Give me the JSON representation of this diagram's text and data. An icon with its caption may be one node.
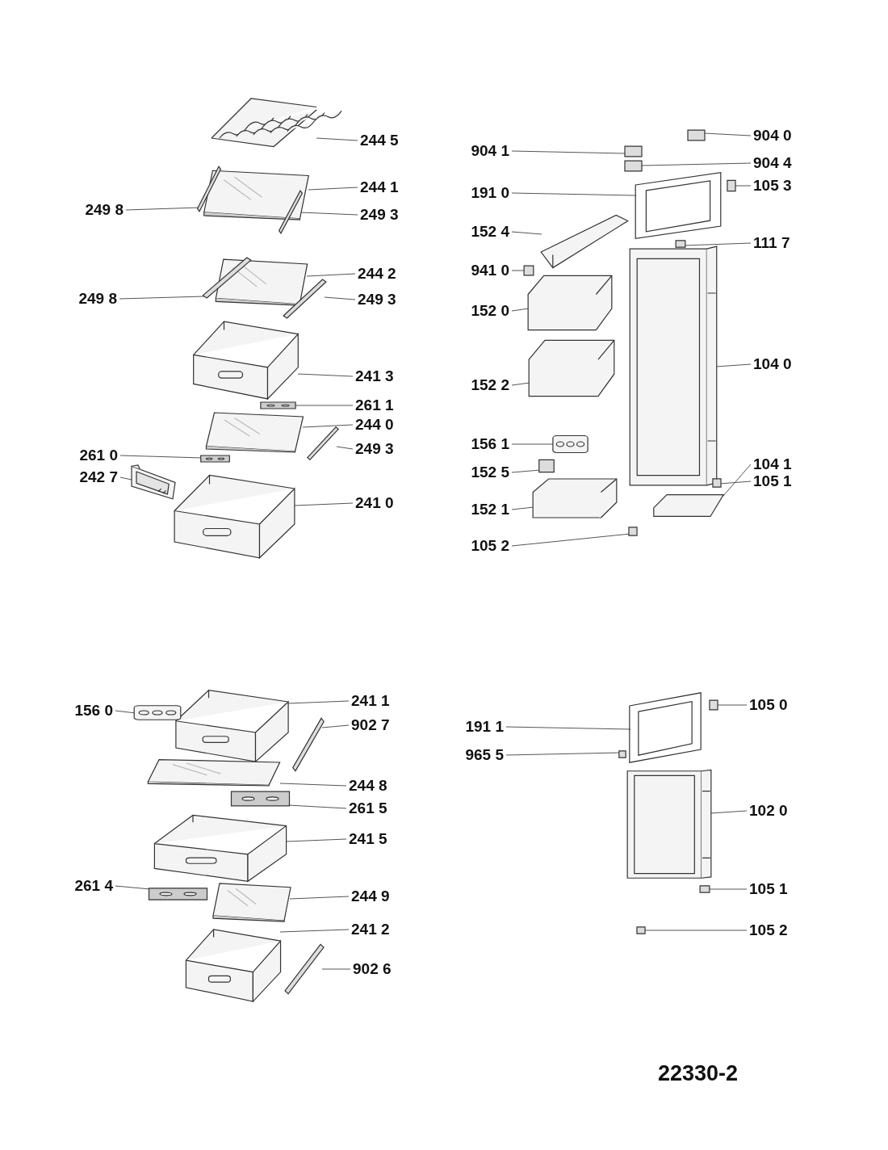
{
  "diagram": {
    "nodes": [
      {
        "text": [
          "244 5"
        ]
      },
      {
        "text": [],
        "shape": "picture"
      },
      {
        "text": [
          "244 1"
        ]
      },
      {
        "text": [],
        "shape": "picture"
      },
      {
        "text": [
          "249 8"
        ]
      },
      {
        "text": [],
        "shape": "bar"
      },
      {
        "text": [
          "249 3"
        ]
      },
      {
        "text": [],
        "shape": "bar"
      },
      {
        "text": [
          "244 2"
        ]
      },
      {
        "text": [],
        "shape": "picture"
      },
      {
        "text": [
          "249 8"
        ]
      },
      {
        "text": [],
        "shape": "bar"
      },
      {
        "text": [
          "249 3"
        ]
      },
      {
        "text": [],
        "shape": "bar"
      },
      {
        "text": [
          "241 3"
        ]
      },
      {
        "text": [],
        "shape": "picture"
      },
      {
        "text": [
          "261 1"
        ]
      },
      {
        "text": [],
        "shape": "picture"
      },
      {
        "text": [
          "244 0"
        ]
      },
      {
        "text": [],
        "shape": "picture"
      },
      {
        "text": [
          "249 3"
        ]
      },
      {
        "text": [],
        "shape": "bar"
      },
      {
        "text": [
          "261 0"
        ]
      },
      {
        "text": [],
        "shape": "picture"
      },
      {
        "text": [
          "242 7"
        ]
      },
      {
        "text": [],
        "shape": "picture"
      },
      {
        "text": [
          "241 0"
        ]
      },
      {
        "text": [],
        "shape": "picture"
      },
      {
        "text": [
          "904 0"
        ]
      },
      {
        "text": [],
        "shape": "box"
      },
      {
        "text": [
          "904 1"
        ]
      },
      {
        "text": [],
        "shape": "box"
      },
      {
        "text": [
          "904 4"
        ]
      },
      {
        "text": [],
        "shape": "box"
      },
      {
        "text": [
          "105 3"
        ]
      },
      {
        "text": [],
        "shape": "box"
      },
      {
        "text": [
          "191 0"
        ]
      },
      {
        "text": [],
        "shape": "picture"
      },
      {
        "text": [
          "152 4"
        ]
      },
      {
        "text": [],
        "shape": "picture"
      },
      {
        "text": [
          "111 7"
        ]
      },
      {
        "text": [],
        "shape": "box"
      },
      {
        "text": [
          "941 0"
        ]
      },
      {
        "text": [],
        "shape": "box"
      },
      {
        "text": [
          "152 0"
        ]
      },
      {
        "text": [],
        "shape": "picture"
      },
      {
        "text": [
          "104 0"
        ]
      },
      {
        "text": [],
        "shape": "picture"
      },
      {
        "text": [
          "152 2"
        ]
      },
      {
        "text": [],
        "shape": "picture"
      },
      {
        "text": [
          "156 1"
        ]
      },
      {
        "text": [],
        "shape": "picture"
      },
      {
        "text": [
          "104 1"
        ]
      },
      {
        "text": [],
        "shape": "bar"
      },
      {
        "text": [
          "152 5"
        ]
      },
      {
        "text": [],
        "shape": "box"
      },
      {
        "text": [
          "105 1"
        ]
      },
      {
        "text": [],
        "shape": "box"
      },
      {
        "text": [
          "152 1"
        ]
      },
      {
        "text": [],
        "shape": "picture"
      },
      {
        "text": [
          "105 2"
        ]
      },
      {
        "text": [],
        "shape": "box"
      },
      {
        "text": [
          "241 1"
        ]
      },
      {
        "text": [],
        "shape": "picture"
      },
      {
        "text": [
          "156 0"
        ]
      },
      {
        "text": [],
        "shape": "picture"
      },
      {
        "text": [
          "902 7"
        ]
      },
      {
        "text": [],
        "shape": "bar"
      },
      {
        "text": [
          "244 8"
        ]
      },
      {
        "text": [],
        "shape": "picture"
      },
      {
        "text": [
          "261 5"
        ]
      },
      {
        "text": [],
        "shape": "picture"
      },
      {
        "text": [
          "241 5"
        ]
      },
      {
        "text": [],
        "shape": "picture"
      },
      {
        "text": [
          "261 4"
        ]
      },
      {
        "text": [],
        "shape": "picture"
      },
      {
        "text": [
          "244 9"
        ]
      },
      {
        "text": [],
        "shape": "picture"
      },
      {
        "text": [
          "241 2"
        ]
      },
      {
        "text": [],
        "shape": "picture"
      },
      {
        "text": [
          "902 6"
        ]
      },
      {
        "text": [],
        "shape": "bar"
      },
      {
        "text": [
          "105 0"
        ]
      },
      {
        "text": [],
        "shape": "box"
      },
      {
        "text": [
          "191 1"
        ]
      },
      {
        "text": [],
        "shape": "picture"
      },
      {
        "text": [
          "965 5"
        ]
      },
      {
        "text": [],
        "shape": "box"
      },
      {
        "text": [
          "102 0"
        ]
      },
      {
        "text": [],
        "shape": "picture"
      },
      {
        "text": [
          "105 1"
        ]
      },
      {
        "text": [],
        "shape": "box"
      },
      {
        "text": [
          "105 2"
        ]
      },
      {
        "text": [],
        "shape": "box"
      }
    ],
    "edges": [
      {
        "from": 0,
        "to": 1,
        "arrow": "none"
      },
      {
        "from": 2,
        "to": 3,
        "arrow": "none"
      },
      {
        "from": 4,
        "to": 5,
        "arrow": "none"
      },
      {
        "from": 6,
        "to": 7,
        "arrow": "none"
      },
      {
        "from": 8,
        "to": 9,
        "arrow": "none"
      },
      {
        "from": 10,
        "to": 11,
        "arrow": "none"
      },
      {
        "from": 12,
        "to": 13,
        "arrow": "none"
      },
      {
        "from": 14,
        "to": 15,
        "arrow": "none"
      },
      {
        "from": 16,
        "to": 17,
        "arrow": "none"
      },
      {
        "from": 18,
        "to": 19,
        "arrow": "none"
      },
      {
        "from": 20,
        "to": 21,
        "arrow": "none"
      },
      {
        "from": 22,
        "to": 23,
        "arrow": "none"
      },
      {
        "from": 24,
        "to": 25,
        "arrow": "none"
      },
      {
        "from": 26,
        "to": 27,
        "arrow": "none"
      },
      {
        "from": 28,
        "to": 29,
        "arrow": "none"
      },
      {
        "from": 30,
        "to": 31,
        "arrow": "none"
      },
      {
        "from": 32,
        "to": 33,
        "arrow": "none"
      },
      {
        "from": 34,
        "to": 35,
        "arrow": "none"
      },
      {
        "from": 36,
        "to": 37,
        "arrow": "none"
      },
      {
        "from": 38,
        "to": 39,
        "arrow": "none"
      },
      {
        "from": 40,
        "to": 41,
        "arrow": "none"
      },
      {
        "from": 42,
        "to": 43,
        "arrow": "none"
      },
      {
        "from": 44,
        "to": 45,
        "arrow": "none"
      },
      {
        "from": 46,
        "to": 47,
        "arrow": "none"
      },
      {
        "from": 48,
        "to": 49,
        "arrow": "none"
      },
      {
        "from": 50,
        "to": 51,
        "arrow": "none"
      },
      {
        "from": 52,
        "to": 53,
        "arrow": "none"
      },
      {
        "from": 54,
        "to": 55,
        "arrow": "none"
      },
      {
        "from": 56,
        "to": 57,
        "arrow": "none"
      },
      {
        "from": 58,
        "to": 59,
        "arrow": "none"
      },
      {
        "from": 60,
        "to": 61,
        "arrow": "none"
      },
      {
        "from": 62,
        "to": 63,
        "arrow": "none"
      },
      {
        "from": 64,
        "to": 65,
        "arrow": "none"
      },
      {
        "from": 66,
        "to": 67,
        "arrow": "none"
      },
      {
        "from": 68,
        "to": 69,
        "arrow": "none"
      },
      {
        "from": 70,
        "to": 71,
        "arrow": "none"
      },
      {
        "from": 72,
        "to": 73,
        "arrow": "none"
      },
      {
        "from": 74,
        "to": 75,
        "arrow": "none"
      },
      {
        "from": 76,
        "to": 77,
        "arrow": "none"
      },
      {
        "from": 78,
        "to": 79,
        "arrow": "none"
      },
      {
        "from": 80,
        "to": 81,
        "arrow": "none"
      },
      {
        "from": 82,
        "to": 83,
        "arrow": "none"
      },
      {
        "from": 84,
        "to": 85,
        "arrow": "none"
      },
      {
        "from": 86,
        "to": 87,
        "arrow": "none"
      },
      {
        "from": 88,
        "to": 89,
        "arrow": "none"
      },
      {
        "from": 90,
        "to": 91,
        "arrow": "none"
      },
      {
        "from": 92,
        "to": 93,
        "arrow": "none"
      }
    ],
    "labels": [
      "22330-2"
    ]
  }
}
